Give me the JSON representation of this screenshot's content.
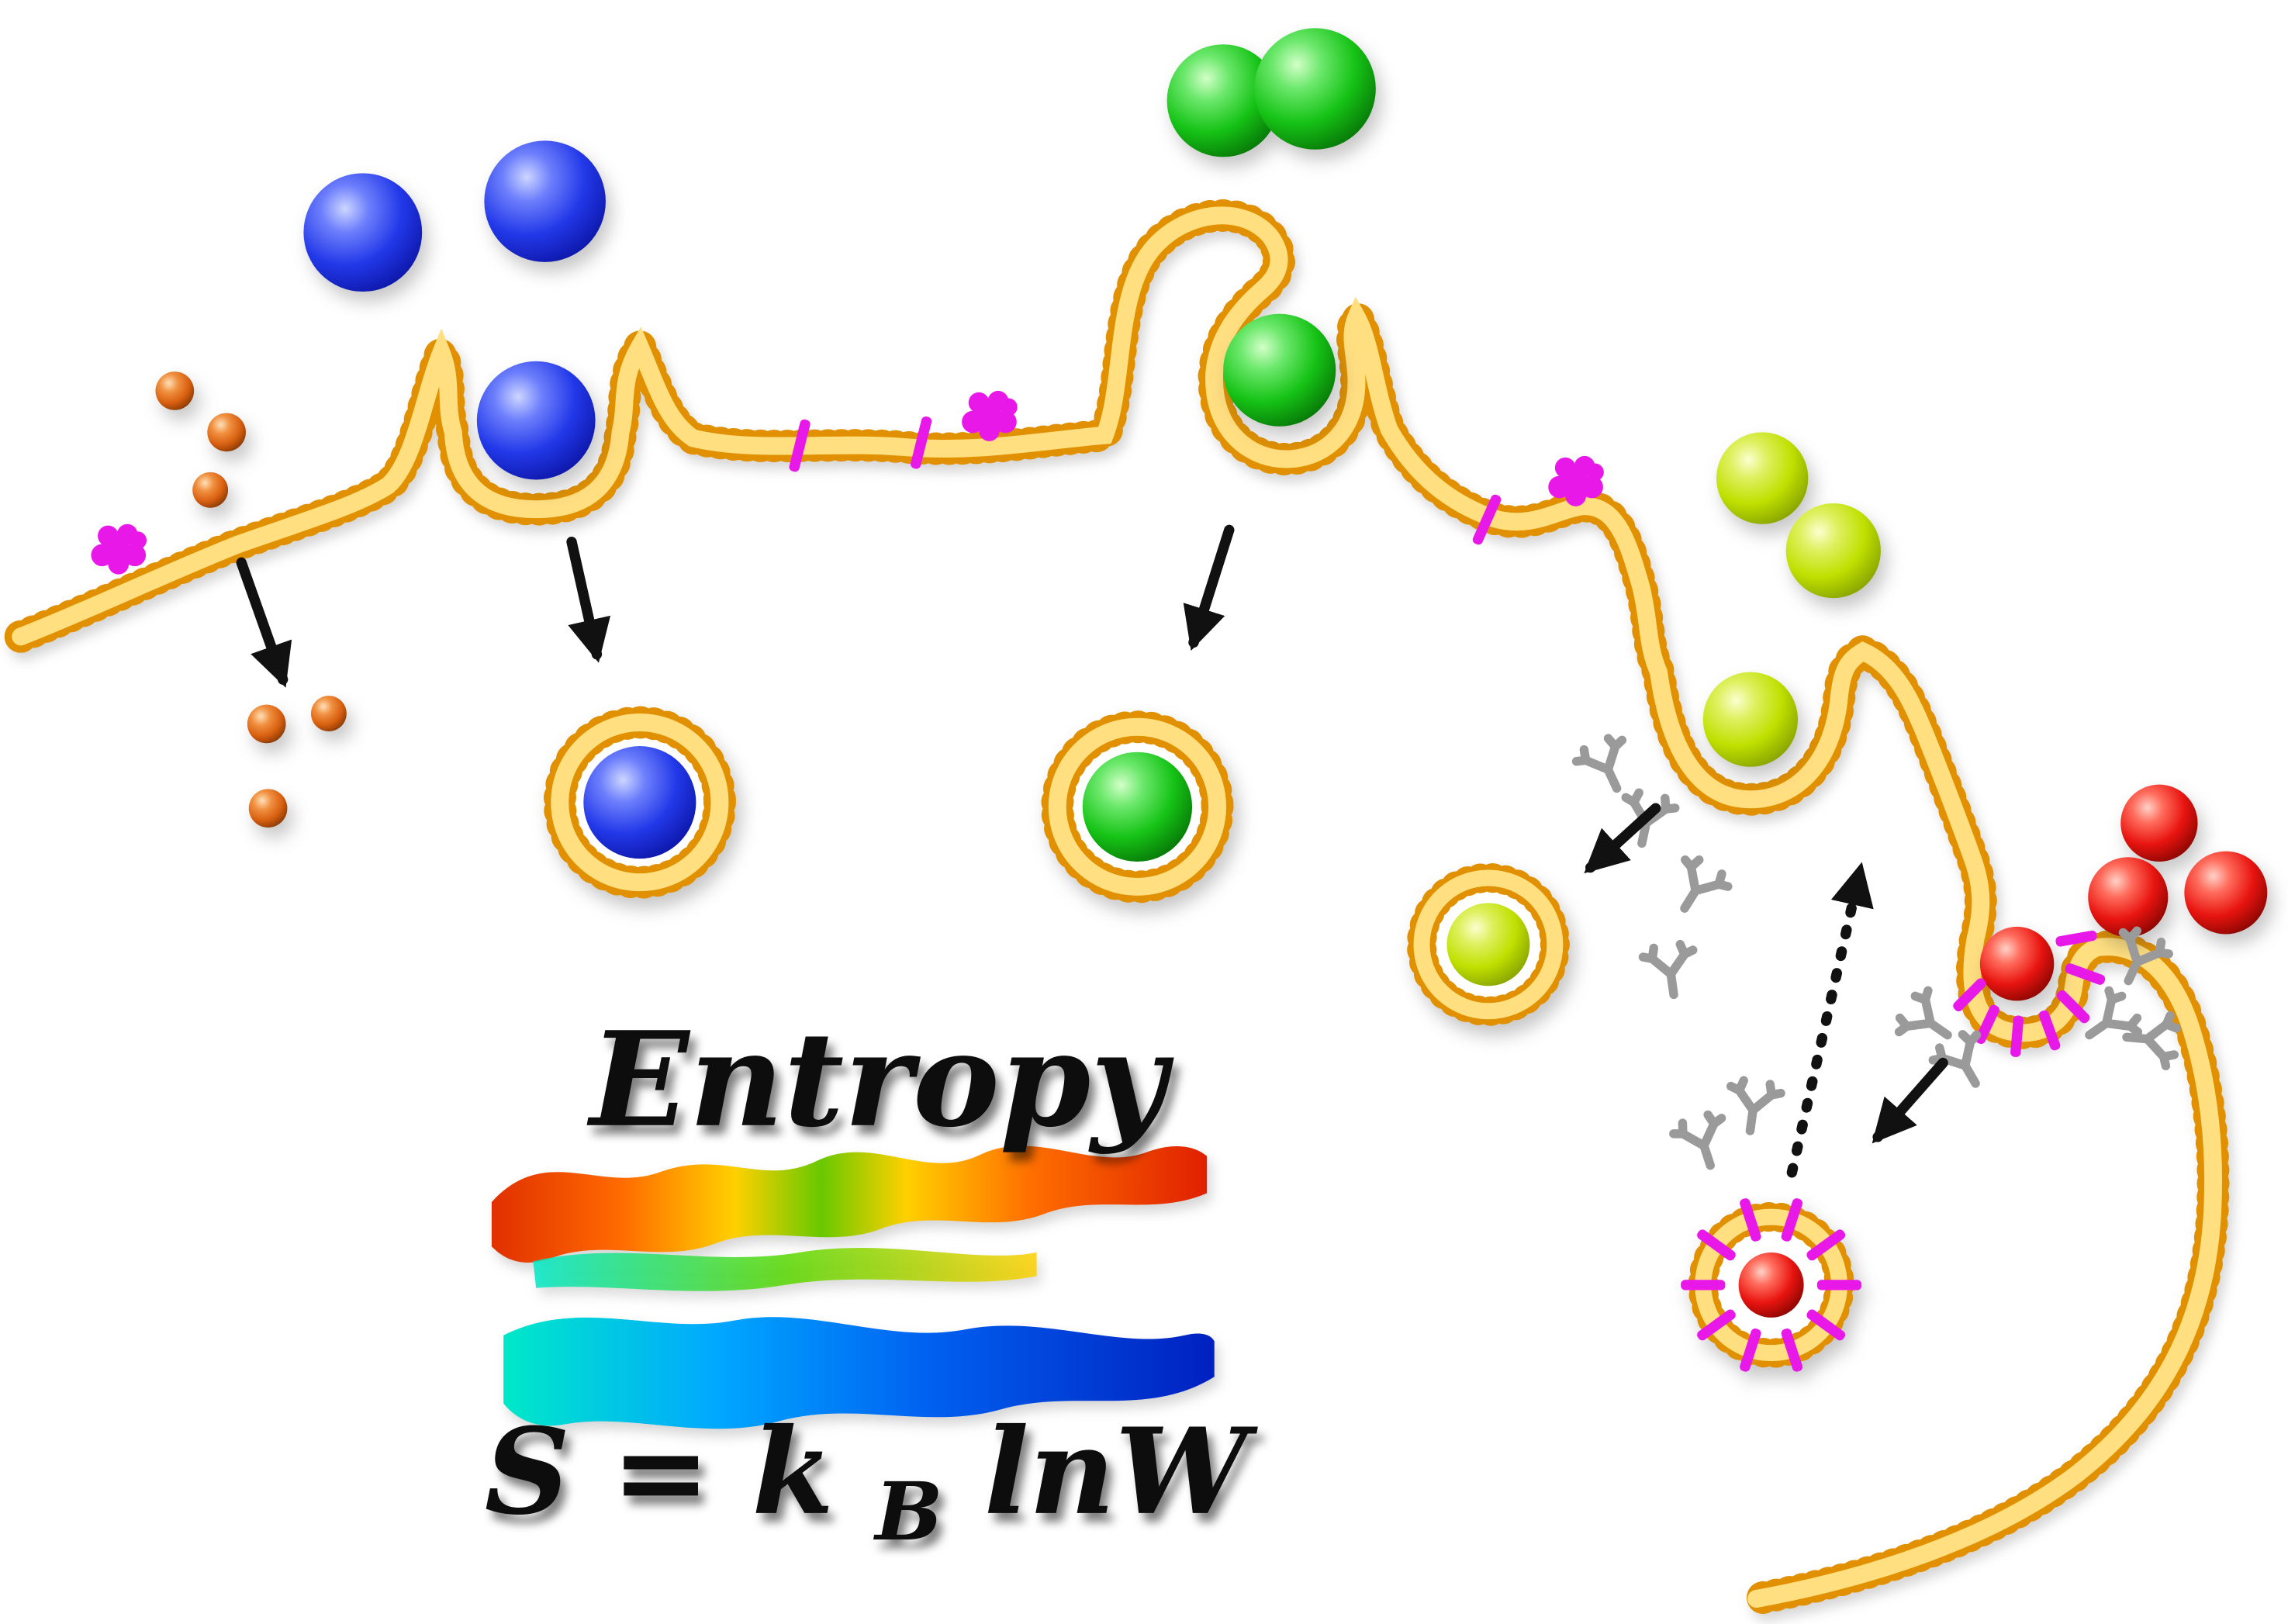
{
  "title": {
    "entropy": "Entropy"
  },
  "formula": {
    "prefix": "S = k",
    "subscript": "B",
    "suffix": "lnW"
  },
  "colors": {
    "background": "#FFFFFF",
    "membrane_gold_dark": "#E09000",
    "membrane_gold_light": "#FFDF80",
    "nanoparticle_blue": "#2238E8",
    "nanoparticle_green": "#16C316",
    "nanoparticle_yellow_green": "#BFE000",
    "nanoparticle_red": "#E81410",
    "small_particle_orange": "#E0661A",
    "membrane_protein_magenta": "#E818E8",
    "antibody_gray": "#9A9A9A",
    "arrow_black": "#111111",
    "entropy_surface_hot": [
      "#E03000",
      "#FF6A00",
      "#FFD000",
      "#68C800"
    ],
    "entropy_surface_cold": [
      "#00E8C8",
      "#00A8FF",
      "#0020C0"
    ]
  }
}
